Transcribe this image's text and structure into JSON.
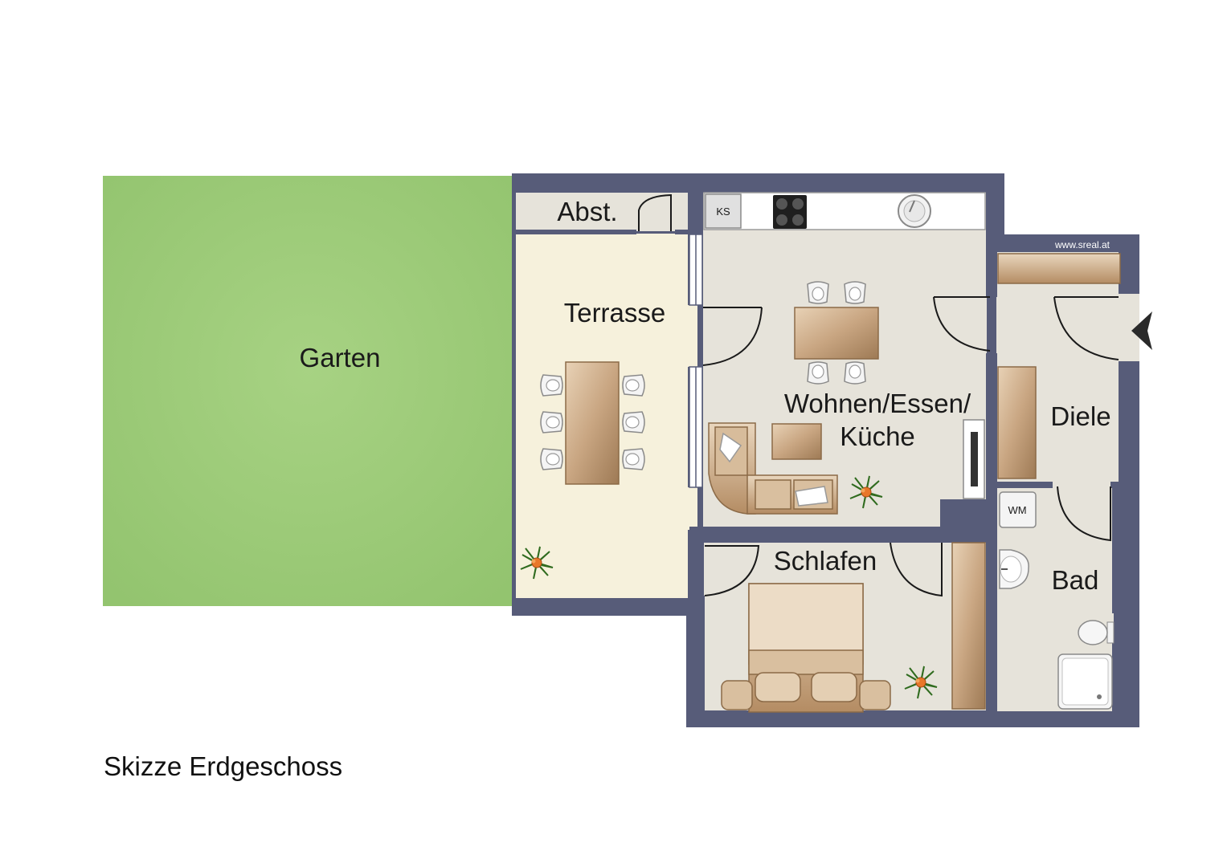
{
  "rooms": {
    "garten": "Garten",
    "terrasse": "Terrasse",
    "abstellraum": "Abst.",
    "wohnen_line1": "Wohnen/Essen/",
    "wohnen_line2": "Küche",
    "schlafen": "Schlafen",
    "diele": "Diele",
    "bad": "Bad"
  },
  "appliances": {
    "fridge": "KS",
    "washer": "WM"
  },
  "watermark": "www.sreal.at",
  "caption": "Skizze Erdgeschoss",
  "colors": {
    "garden": "#9ccb78",
    "terrace": "#f6f1dc",
    "floor": "#e6e3da",
    "wall": "#575c79",
    "furniture": "#c9a886"
  },
  "icons": [
    "fridge-icon",
    "stove-icon",
    "sink-icon",
    "washer-icon",
    "toilet-icon",
    "shower-icon",
    "plant-icon",
    "entrance-arrow-icon"
  ]
}
